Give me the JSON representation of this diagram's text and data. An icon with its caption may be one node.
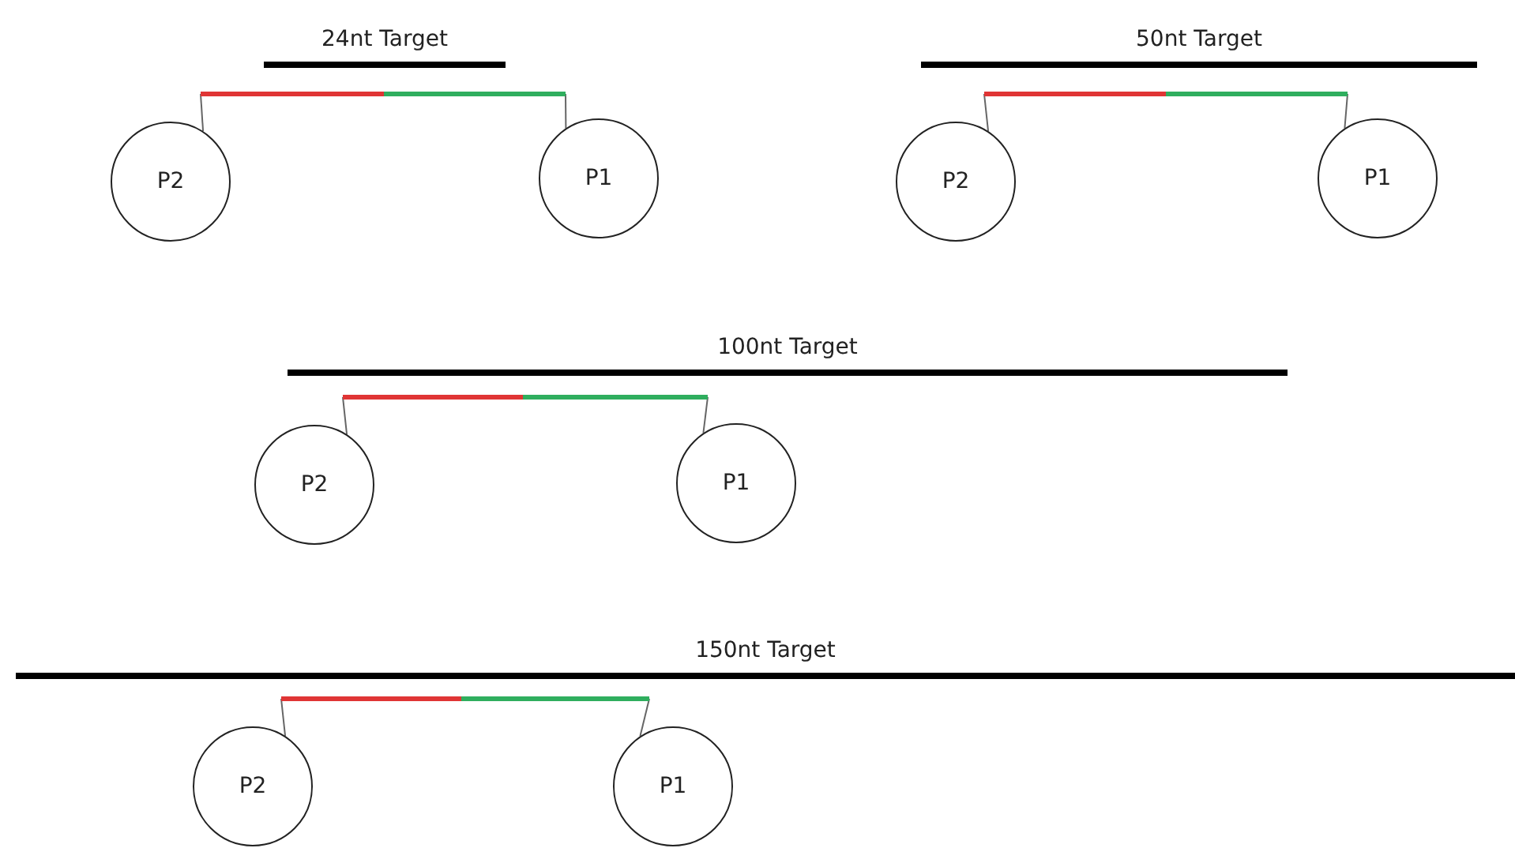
{
  "diagram": {
    "nodes": [
      {
        "text": [
          "24nt Target"
        ]
      },
      {
        "text": [],
        "shape": "bar"
      },
      {
        "text": [],
        "shape": "bar"
      },
      {
        "text": [
          "P2"
        ]
      },
      {
        "text": [
          "P1"
        ]
      },
      {
        "text": [
          "50nt Target"
        ]
      },
      {
        "text": [],
        "shape": "bar"
      },
      {
        "text": [],
        "shape": "bar"
      },
      {
        "text": [
          "P2"
        ]
      },
      {
        "text": [
          "P1"
        ]
      },
      {
        "text": [
          "100nt Target"
        ]
      },
      {
        "text": [],
        "shape": "bar"
      },
      {
        "text": [],
        "shape": "bar"
      },
      {
        "text": [
          "P2"
        ]
      },
      {
        "text": [
          "P1"
        ]
      },
      {
        "text": [
          "150nt Target"
        ]
      },
      {
        "text": [],
        "shape": "bar"
      },
      {
        "text": [],
        "shape": "bar"
      },
      {
        "text": [
          "P2"
        ]
      },
      {
        "text": [
          "P1"
        ]
      }
    ],
    "edges": [
      {
        "from": 1,
        "to": 3,
        "arrow": "none"
      },
      {
        "from": 2,
        "to": 4,
        "arrow": "none"
      },
      {
        "from": 6,
        "to": 8,
        "arrow": "none"
      },
      {
        "from": 7,
        "to": 9,
        "arrow": "none"
      },
      {
        "from": 11,
        "to": 13,
        "arrow": "none"
      },
      {
        "from": 12,
        "to": 14,
        "arrow": "none"
      },
      {
        "from": 16,
        "to": 18,
        "arrow": "none"
      },
      {
        "from": 17,
        "to": 19,
        "arrow": "none"
      }
    ]
  }
}
